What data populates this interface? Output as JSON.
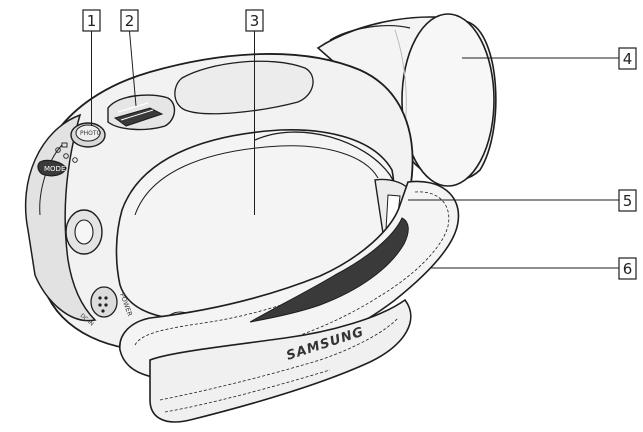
{
  "callouts": [
    {
      "id": "1",
      "number": "1"
    },
    {
      "id": "2",
      "number": "2"
    },
    {
      "id": "3",
      "number": "3"
    },
    {
      "id": "4",
      "number": "4"
    },
    {
      "id": "5",
      "number": "5"
    },
    {
      "id": "6",
      "number": "6"
    }
  ],
  "device_labels": {
    "brand": "SAMSUNG",
    "mode_button": "MODE",
    "photo_button": "PHOTO",
    "power_label": "POWER",
    "dc_in_label": "DC IN"
  },
  "colors": {
    "line": "#1e1e1e",
    "body": "#f2f2f2",
    "shade": "#d0d0d0",
    "dark": "#3a3a3a"
  }
}
